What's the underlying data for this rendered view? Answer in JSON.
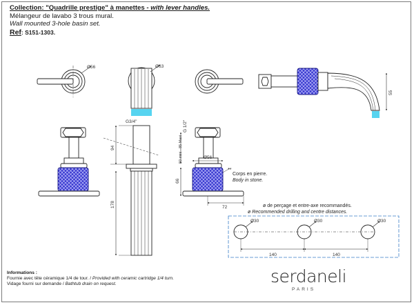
{
  "header": {
    "collection_prefix": "Collection: \"Quadrille prestige\" à manettes -",
    "collection_en": " with lever handles.",
    "desc_fr": "Mélangeur de lavabo 3 trous mural.",
    "desc_en": "Wall mounted 3-hole basin set.",
    "ref_label": "Ref",
    "ref_value": ": S151-1303",
    "ref_dot": "."
  },
  "dims": {
    "d56_top": "Ø56",
    "d63": "Ø63",
    "h55": "55",
    "g34": "G3/4\"",
    "g12": "G 1/2\"",
    "h94": "94",
    "h178": "178",
    "range": "50 mini - 85 Maxi",
    "d56_side": "Ø56",
    "h66": "66",
    "w72": "72",
    "d30_a": "Ø30",
    "d30_b": "Ø30",
    "d30_c": "Ø30",
    "s140_a": "140",
    "s140_b": "140"
  },
  "stone_note": {
    "marker": "**",
    "fr": "Corps en pierre.",
    "en": "Body in stone."
  },
  "drilling": {
    "fr": "ø de perçage et entre-axe recommandés.",
    "en": "ø Recommended drilling and centre distances."
  },
  "info": {
    "title": "Informations :",
    "line1_fr": "Fournie avec tête céramique 1/4 de tour. / ",
    "line1_en": "Provided with ceramic cartridge 1/4 turn.",
    "line2_fr": "Vidage fourni sur demande / ",
    "line2_en": "Bathtub drain on request."
  },
  "brand": {
    "name": "serdaneli",
    "city": "PARIS"
  },
  "colors": {
    "stone_blue": "#3f3fcf",
    "dim_blue": "#3a7ec8",
    "water_cyan": "#57d4f0",
    "line": "#222222"
  }
}
